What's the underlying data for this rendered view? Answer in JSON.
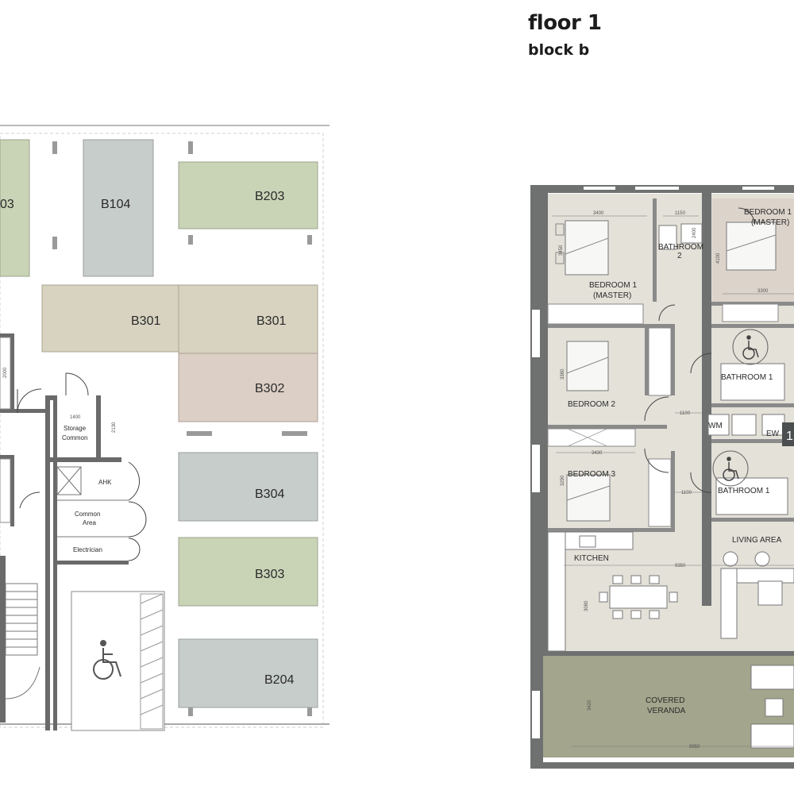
{
  "header": {
    "title": "floor 1",
    "subtitle": "block b"
  },
  "site_plan": {
    "plots": [
      {
        "id": "b103",
        "label": "03",
        "color": "#c9d3b6"
      },
      {
        "id": "b104",
        "label": "B104",
        "color": "#c7cdca"
      },
      {
        "id": "b203",
        "label": "B203",
        "color": "#c9d3b6"
      },
      {
        "id": "b301a",
        "label": "B301",
        "color": "#d7d3c0"
      },
      {
        "id": "b301b",
        "label": "B301",
        "color": "#d7d3c0"
      },
      {
        "id": "b302",
        "label": "B302",
        "color": "#dccfc6"
      },
      {
        "id": "b304",
        "label": "B304",
        "color": "#c7cdca"
      },
      {
        "id": "b303",
        "label": "B303",
        "color": "#c9d3b6"
      },
      {
        "id": "b204",
        "label": "B204",
        "color": "#c7cdca"
      }
    ],
    "rooms": {
      "storage": "Storage Common",
      "storage_line1": "Storage",
      "storage_line2": "Common",
      "ahk": "AHK",
      "common_line1": "Common",
      "common_line2": "Area",
      "electrician": "Electrician"
    },
    "dims": {
      "d1": "1400",
      "d2": "2130",
      "d3": "2000"
    }
  },
  "apartment": {
    "colors": {
      "floor": "#e3e1d8",
      "wall": "#6f7070",
      "veranda": "#a3a58c",
      "master": "#dcd3cb"
    },
    "rooms": {
      "bedroom1": "BEDROOM 1",
      "bedroom1_sub": "(MASTER)",
      "bathroom2": "BATHROOM",
      "bathroom2_num": "2",
      "bedroom2": "BEDROOM 2",
      "bedroom3": "BEDROOM 3",
      "kitchen": "KITCHEN",
      "living": "LIVING AREA",
      "bathroom1a": "BATHROOM 1",
      "bathroom1b": "BATHROOM 1",
      "wm": "WM",
      "ew": "EW",
      "bedroom1r": "BEDROOM 1",
      "bedroom1r_sub": "(MASTER)",
      "veranda1": "COVERED",
      "veranda2": "VERANDA",
      "badge": "1"
    },
    "dims": {
      "d3400": "3400",
      "d1150": "1150",
      "d2400": "2400",
      "d3450": "3450",
      "d3300": "3300",
      "d4100": "4100",
      "d1100a": "1100",
      "d3430": "3430",
      "d1100b": "1100",
      "d9350": "9350",
      "d3080": "3080",
      "d3420": "3420",
      "d9950": "9950",
      "d3380": "3380",
      "d3290": "3290"
    }
  }
}
